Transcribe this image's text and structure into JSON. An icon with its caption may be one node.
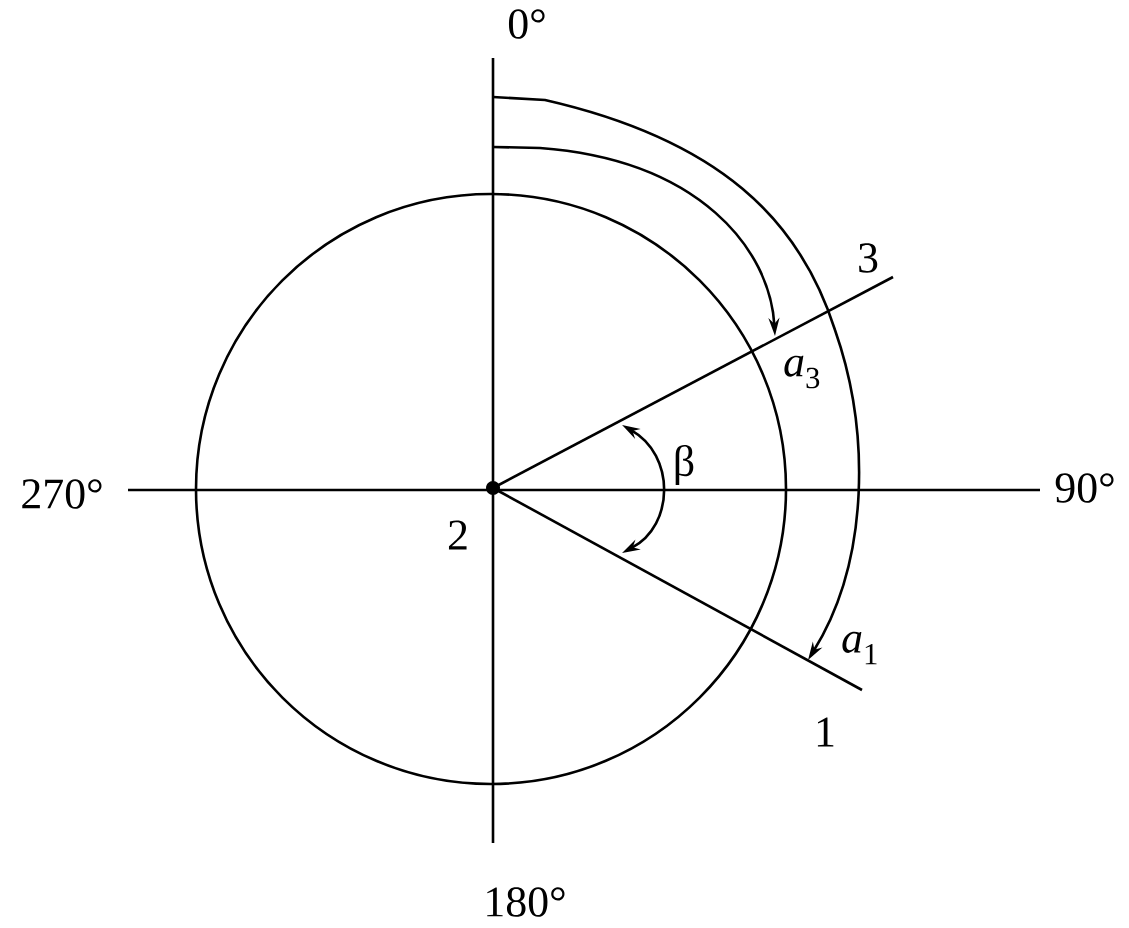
{
  "diagram": {
    "labels": [
      "0°",
      "3",
      "*a*$_{3}$",
      "β",
      "270°",
      "90°",
      "2",
      "*a*$_{1}$",
      "1",
      "180°"
    ]
  }
}
